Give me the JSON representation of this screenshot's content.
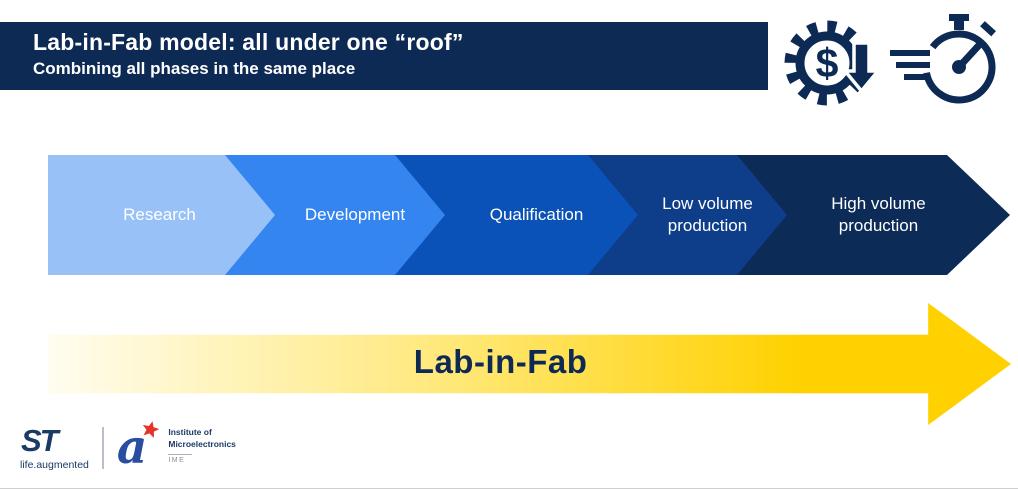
{
  "colors": {
    "navy": "#0d2a55",
    "yellow-pale": "#fffdf0",
    "yellow-mid": "#ffe878",
    "yellow-deep": "#ffd100",
    "star-red": "#e63329",
    "astar-blue": "#2b4da1",
    "text-gray": "#8a8f98"
  },
  "header": {
    "title": "Lab-in-Fab model: all under one “roof”",
    "subtitle": "Combining all phases in the same place",
    "icons": {
      "cost_reduction": "gear-dollar-down-arrow-icon",
      "time_to_market": "speed-stopwatch-icon",
      "currency_symbol": "$"
    }
  },
  "flow": {
    "stages": [
      {
        "label": "Research",
        "color": "#97c1f7"
      },
      {
        "label": "Development",
        "color": "#3585f0"
      },
      {
        "label": "Qualification",
        "color": "#0a51b8"
      },
      {
        "label": "Low volume production",
        "color": "#0e3d8a"
      },
      {
        "label": "High volume production",
        "color": "#0d2b57"
      }
    ]
  },
  "arrow": {
    "label": "Lab-in-Fab"
  },
  "footer": {
    "st_logo": "ST",
    "st_tagline": "life.augmented",
    "astar_letter": "a",
    "institute_line1": "Institute of",
    "institute_line2": "Microelectronics",
    "institute_abbr": "IME"
  }
}
